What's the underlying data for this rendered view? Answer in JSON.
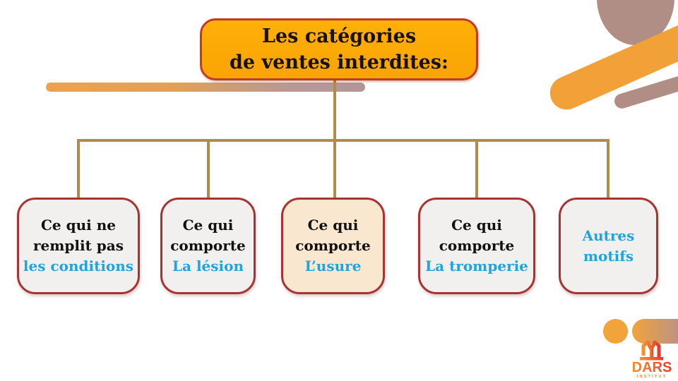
{
  "title": {
    "line1": "Les catégories",
    "line2": "de ventes interdites:"
  },
  "categories": [
    {
      "line1": "Ce qui ne",
      "line2": "remplit pas",
      "line3": "les conditions"
    },
    {
      "line1": "Ce qui",
      "line2": "comporte",
      "line3": "La lésion"
    },
    {
      "line1": "Ce qui",
      "line2": "comporte",
      "line3": "L’usure"
    },
    {
      "line1": "Ce qui",
      "line2": "comporte",
      "line3": "La tromperie"
    },
    {
      "line1": "Autres",
      "line2": "motifs"
    }
  ],
  "logo": {
    "brand": "DARS",
    "tagline": "INSTITUT"
  },
  "icons": {
    "logo_mark": "dars-monogram-icon"
  },
  "colors": {
    "title_fill": "#FBA808",
    "title_border": "#C23B27",
    "box_border": "#A93330",
    "box_fill": "#F1F0EE",
    "box_fill_highlight": "#FAE7D0",
    "accent_cyan": "#21A3DC",
    "connector_brown": "#B08C4B",
    "deco_orange": "#F2A33A",
    "deco_mauve": "#B18E85",
    "logo_red": "#E8392B",
    "logo_orange": "#F5912E"
  }
}
